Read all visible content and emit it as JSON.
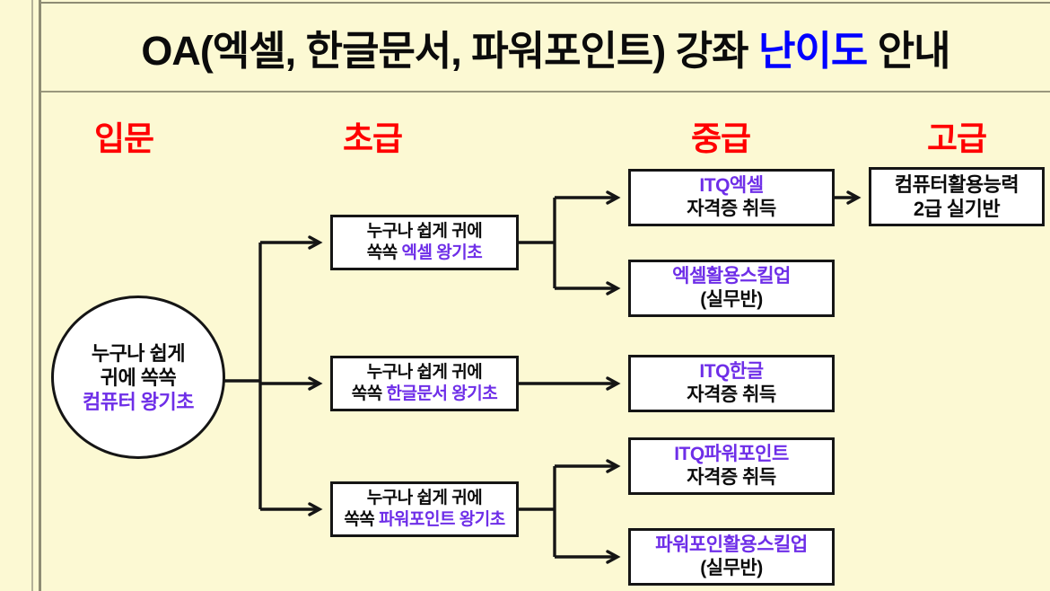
{
  "colors": {
    "bg": "#FCF9D3",
    "level_header": "#FF0000",
    "title_highlight": "#0000FF",
    "accent": "#6E2EE8",
    "node_border": "#151515"
  },
  "title": {
    "prefix": "OA(엑셀, 한글문서, 파워포인트) 강좌 ",
    "highlight": "난이도",
    "suffix": " 안내"
  },
  "levels": [
    {
      "label": "입문"
    },
    {
      "label": "초급"
    },
    {
      "label": "중급"
    },
    {
      "label": "고급"
    }
  ],
  "entry_node": {
    "line1": "누구나 쉽게",
    "line2": "귀에 쏙쏙",
    "line3": "컴퓨터 왕기초"
  },
  "beginner_nodes": [
    {
      "line1": "누구나 쉽게 귀에",
      "line2_prefix": "쏙쏙 ",
      "line2_accent": "엑셀 왕기초"
    },
    {
      "line1": "누구나 쉽게 귀에",
      "line2_prefix": "쏙쏙 ",
      "line2_accent": "한글문서 왕기초"
    },
    {
      "line1": "누구나 쉽게 귀에",
      "line2_prefix": "쏙쏙 ",
      "line2_accent": "파워포인트 왕기초"
    }
  ],
  "intermediate_nodes": [
    {
      "line1": "ITQ엑셀",
      "line2": "자격증 취득"
    },
    {
      "line1": "엑셀활용스킬업",
      "line2": "(실무반)"
    },
    {
      "line1": "ITQ한글",
      "line2": "자격증 취득"
    },
    {
      "line1": "ITQ파워포인트",
      "line2": "자격증 취득"
    },
    {
      "line1": "파워포인활용스킬업",
      "line2": "(실무반)"
    }
  ],
  "advanced_nodes": [
    {
      "line1": "컴퓨터활용능력",
      "line2": "2급 실기반"
    }
  ]
}
